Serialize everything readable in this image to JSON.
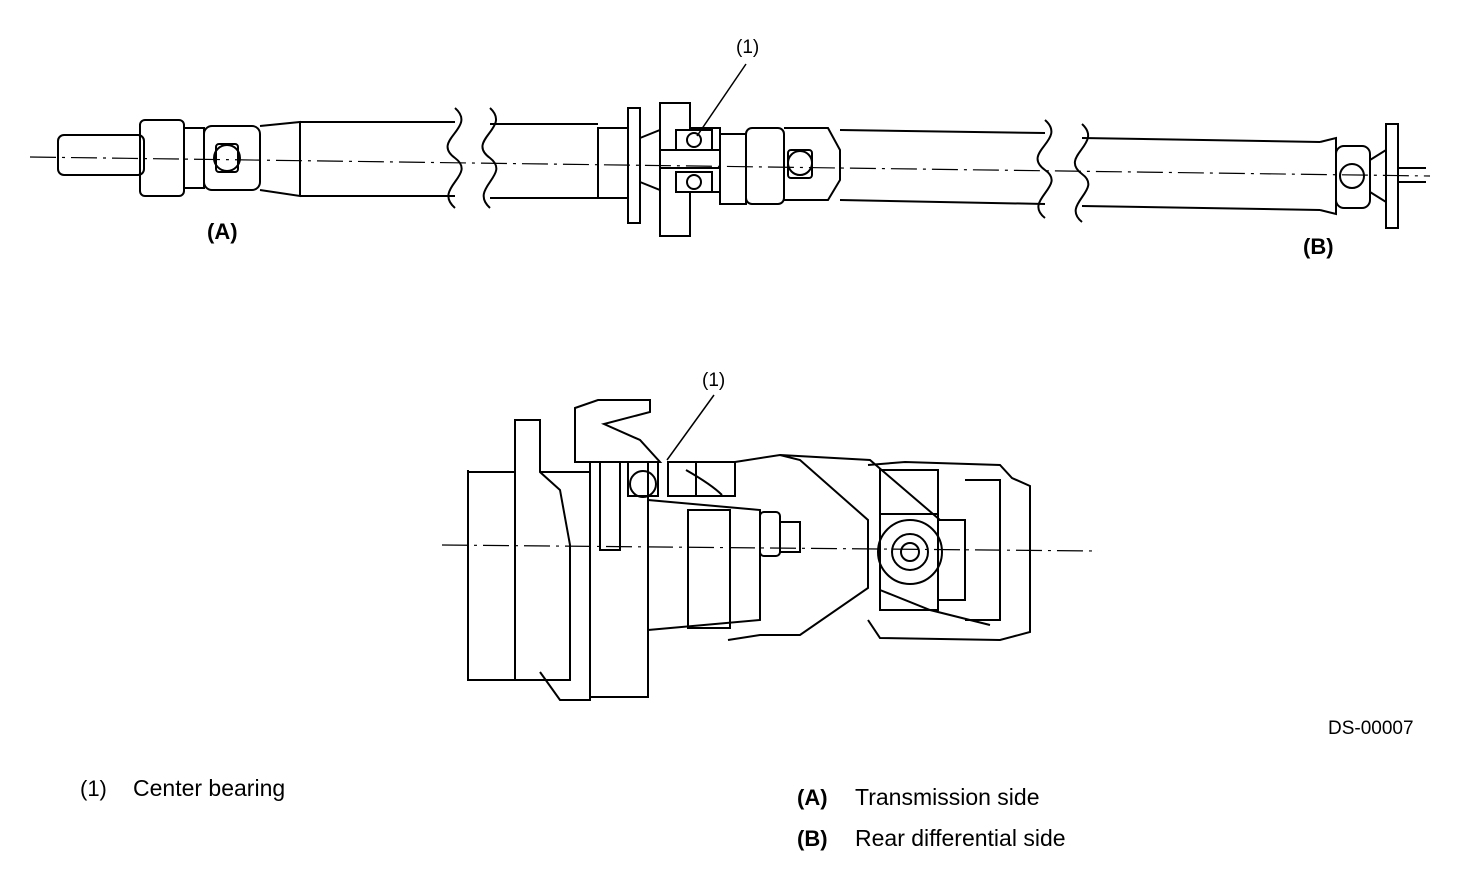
{
  "diagram": {
    "callout_1": "(1)",
    "label_a": "(A)",
    "label_b": "(B)",
    "figure_id": "DS-00007"
  },
  "legend": [
    {
      "key": "(1)",
      "text": "Center bearing"
    },
    {
      "key": "(A)",
      "text": "Transmission side"
    },
    {
      "key": "(B)",
      "text": "Rear differential side"
    }
  ],
  "colors": {
    "line": "#000000",
    "background": "#ffffff"
  }
}
